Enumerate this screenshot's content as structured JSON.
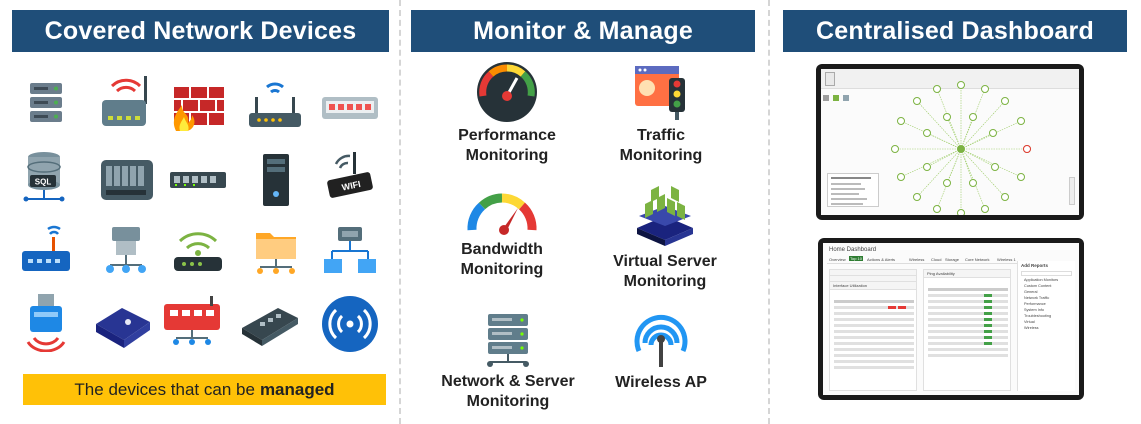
{
  "sections": {
    "devices": {
      "title": "Covered Network Devices"
    },
    "monitor": {
      "title": "Monitor & Manage"
    },
    "dashboard": {
      "title": "Centralised Dashboard"
    }
  },
  "devices_footer": {
    "prefix": "The devices that can be",
    "emphasis": "managed"
  },
  "monitor_items": [
    {
      "line1": "Performance",
      "line2": "Monitoring",
      "icon": "speedometer-icon"
    },
    {
      "line1": "Traffic",
      "line2": "Monitoring",
      "icon": "traffic-light-icon"
    },
    {
      "line1": "Bandwidth",
      "line2": "Monitoring",
      "icon": "gauge-icon"
    },
    {
      "line1": "Virtual Server",
      "line2": "Monitoring",
      "icon": "server-stack-icon"
    },
    {
      "line1": "Network & Server",
      "line2": "Monitoring",
      "icon": "network-server-icon"
    },
    {
      "line1": "Wireless AP",
      "line2": "",
      "icon": "wireless-antenna-icon"
    }
  ],
  "dashboard_screen": {
    "title": "Home Dashboard",
    "tabs": [
      "Overview",
      "Top 10",
      "Actions & Alerts",
      "Wireless",
      "Cloud",
      "Storage",
      "Core Network",
      "Wireless 1"
    ],
    "panel_left": "Interface Utilization",
    "panel_right": "Ping Availability",
    "reports_title": "Add Reports",
    "reports": [
      "Application Monitors",
      "Custom Content",
      "General",
      "Network Traffic",
      "Performance",
      "System Info",
      "Troubleshooting",
      "Virtual",
      "Wireless"
    ]
  },
  "colors": {
    "header": "#1f4e79",
    "footer": "#ffc107",
    "accent_blue": "#2196f3",
    "map_green": "#7cb342"
  }
}
